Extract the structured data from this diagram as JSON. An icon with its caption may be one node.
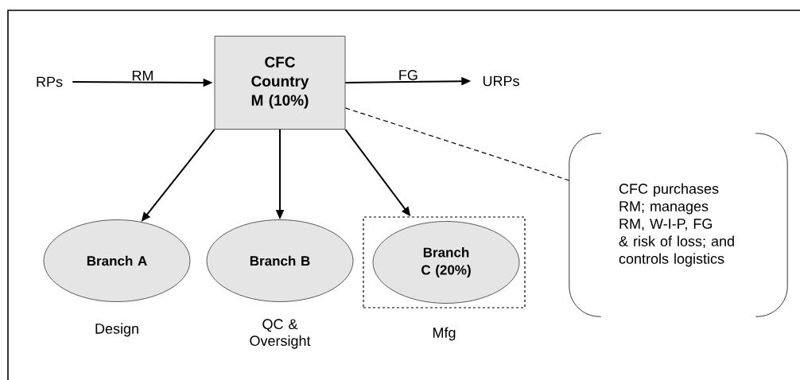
{
  "diagram": {
    "nodes": [
      {
        "text": [
          "RPs"
        ]
      },
      {
        "text": [
          "CFC Country M (10%)"
        ]
      },
      {
        "text": [
          "URPs"
        ]
      },
      {
        "text": [
          "Branch A"
        ],
        "beside": [
          "Design"
        ]
      },
      {
        "text": [
          "Branch B"
        ],
        "beside": [
          "QC & Oversight"
        ]
      },
      {
        "text": [],
        "shape": "box",
        "beside": [
          "Mfg"
        ]
      },
      {
        "text": [
          "Branch C (20%)"
        ],
        "in": 5
      },
      {
        "text": [
          "CFC purchases RM; manages RM, W-I-P, FG & risk of loss; and controls logistics"
        ]
      }
    ],
    "edges": [
      {
        "from": 0,
        "to": 1,
        "arrow": "to",
        "label": "RM"
      },
      {
        "from": 1,
        "to": 2,
        "arrow": "to",
        "label": "FG"
      },
      {
        "from": 1,
        "to": 3,
        "arrow": "to"
      },
      {
        "from": 1,
        "to": 4,
        "arrow": "to"
      },
      {
        "from": 1,
        "to": 5,
        "arrow": "to"
      },
      {
        "from": 1,
        "to": 7,
        "arrow": "none",
        "style": "dashed"
      }
    ]
  }
}
